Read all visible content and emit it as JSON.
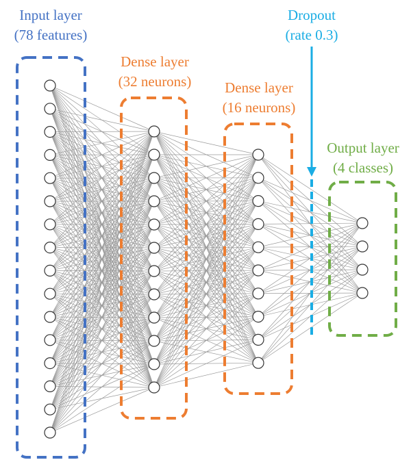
{
  "layers": [
    {
      "id": "input",
      "title": "Input layer",
      "subtitle": "(78 features)",
      "neurons": 16,
      "color": "#4472C4"
    },
    {
      "id": "dense1",
      "title": "Dense layer",
      "subtitle": "(32 neurons)",
      "neurons": 12,
      "color": "#ED7D31"
    },
    {
      "id": "dense2",
      "title": "Dense layer",
      "subtitle": "(16 neurons)",
      "neurons": 10,
      "color": "#ED7D31"
    },
    {
      "id": "output",
      "title": "Output layer",
      "subtitle": "(4 classes)",
      "neurons": 4,
      "color": "#70AD47"
    }
  ],
  "dropout": {
    "title": "Dropout",
    "subtitle": "(rate 0.3)",
    "color": "#1AADE4"
  },
  "connection_color": "#9a9a9a",
  "neuron_outline_color": "#333333"
}
